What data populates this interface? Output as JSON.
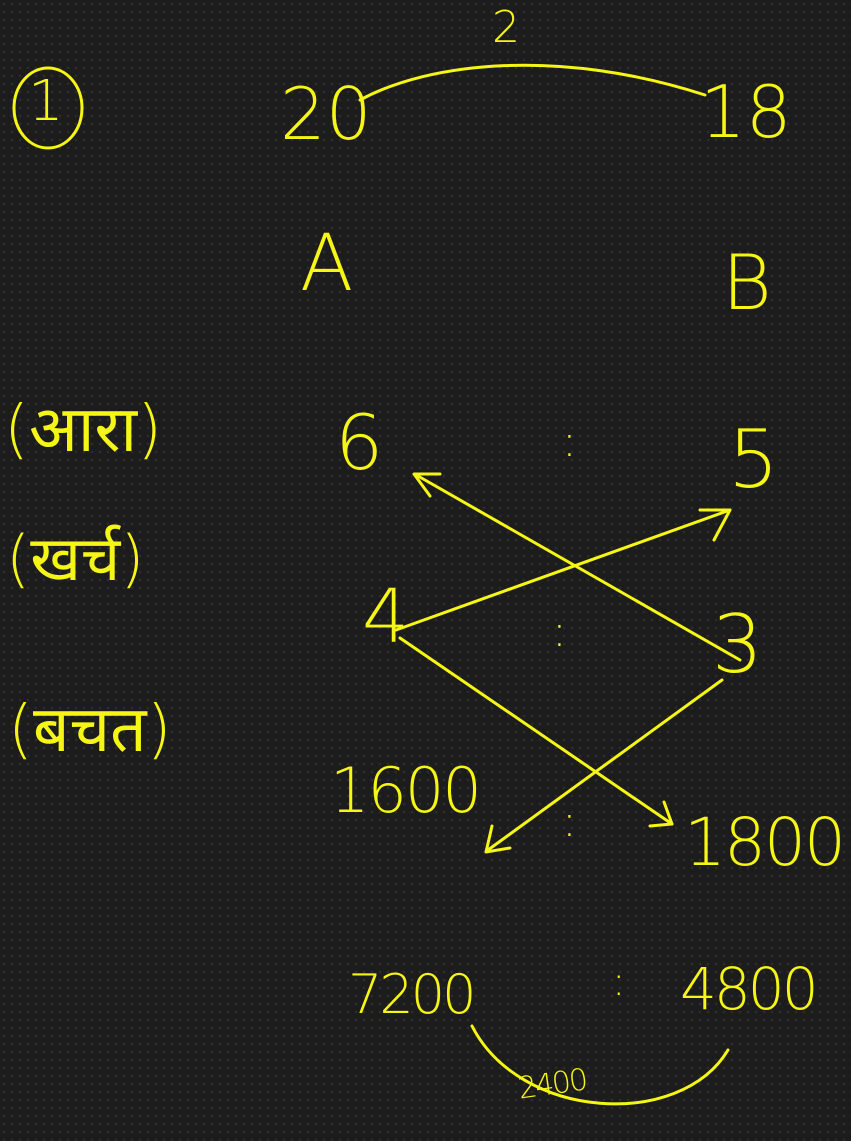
{
  "problem_number": "1",
  "ratio": {
    "left": "20",
    "right": "18",
    "arc_label": "2"
  },
  "partners": {
    "a": "A",
    "b": "B"
  },
  "rows": [
    {
      "label": "(आरा)",
      "a": "6",
      "sep": ":",
      "b": "5"
    },
    {
      "label": "(खर्च)",
      "a": "4",
      "sep": ":",
      "b": "3"
    },
    {
      "label": "(बचत)",
      "a": "1600",
      "sep": ":",
      "b": "1800"
    }
  ],
  "result": {
    "a": "7200",
    "sep": ":",
    "b": "4800",
    "arc_label": "2400"
  },
  "colors": {
    "ink": "#f5f516",
    "background": "#1c1c1c"
  }
}
